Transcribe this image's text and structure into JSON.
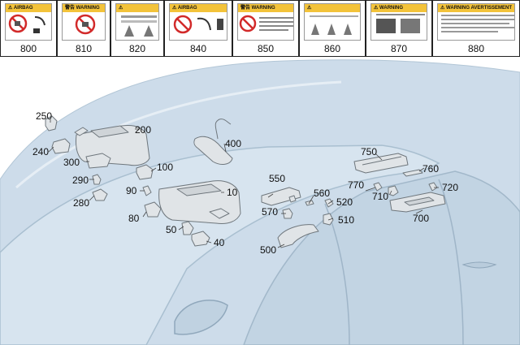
{
  "label_strip": {
    "cells": [
      {
        "number": "800",
        "header": "⚠ AIRBAG"
      },
      {
        "number": "810",
        "header": "警告 WARNING"
      },
      {
        "number": "820",
        "header": ""
      },
      {
        "number": "840",
        "header": "⚠ AIRBAG"
      },
      {
        "number": "850",
        "header": "警告 WARNING"
      },
      {
        "number": "860",
        "header": ""
      },
      {
        "number": "870",
        "header": "⚠ WARNING"
      },
      {
        "number": "880",
        "header": "⚠ WARNING AVERTISSEMENT"
      }
    ]
  },
  "callouts": {
    "c250": "250",
    "c240": "240",
    "c200": "200",
    "c300": "300",
    "c100": "100",
    "c290": "290",
    "c90": "90",
    "c280": "280",
    "c80": "80",
    "c10": "10",
    "c50": "50",
    "c40": "40",
    "c400": "400",
    "c550": "550",
    "c570": "570",
    "c560": "560",
    "c520": "520",
    "c510": "510",
    "c500": "500",
    "c750": "750",
    "c760": "760",
    "c770": "770",
    "c710": "710",
    "c720": "720",
    "c700": "700"
  },
  "colors": {
    "car_body": "#c9d9e6",
    "car_line": "#a9bfd0",
    "part_fill": "#dfe3e6",
    "part_line": "#6f777d",
    "label_yellow": "#f3c33a",
    "prohibit_red": "#d22a2a"
  }
}
